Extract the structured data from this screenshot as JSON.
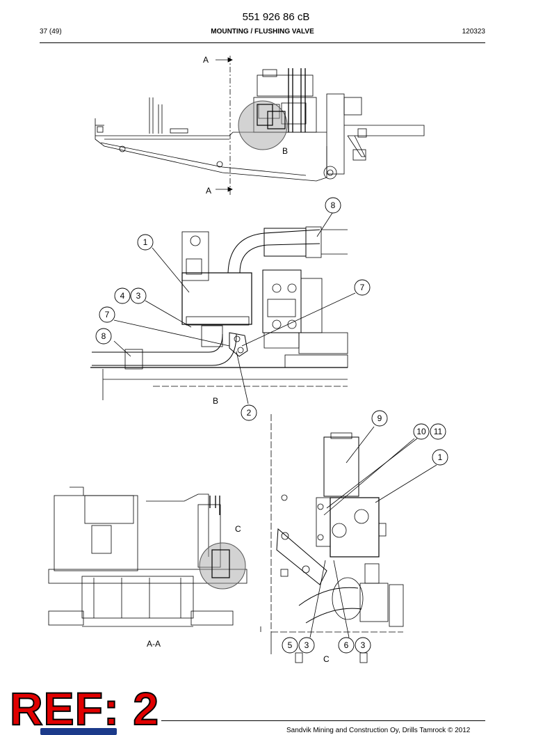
{
  "header": {
    "doc_number": "551 926 86 cB",
    "page": "37 (49)",
    "title": "MOUNTING / FLUSHING VALVE",
    "date": "120323"
  },
  "views": {
    "section_a_top": "A",
    "section_a_bottom": "A",
    "detail_b_marker": "B",
    "detail_b_caption": "B",
    "section_aa_caption": "A-A",
    "detail_c_marker": "C",
    "detail_c_caption": "C"
  },
  "balloons_b": {
    "b1": "1",
    "b2": "2",
    "b3": "3",
    "b4": "4",
    "b7a": "7",
    "b7b": "7",
    "b8a": "8",
    "b8b": "8"
  },
  "balloons_c": {
    "c9": "9",
    "c10": "10",
    "c11": "11",
    "c1": "1",
    "c5": "5",
    "c3a": "3",
    "c6": "6",
    "c3b": "3"
  },
  "stamp": {
    "ref": "REF: 2"
  },
  "footer": {
    "copyright": "Sandvik Mining and Construction Oy, Drills Tamrock © 2012"
  }
}
